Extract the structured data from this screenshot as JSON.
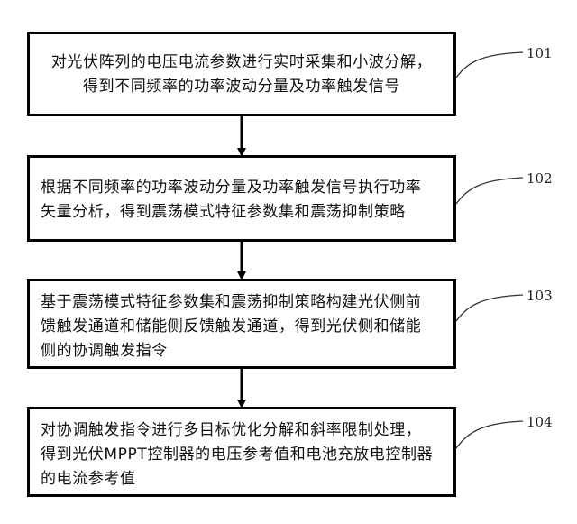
{
  "steps": [
    {
      "number": "101",
      "lines": [
        "对光伏阵列的电压电流参数进行实时采集和小波分解，",
        "得到不同频率的功率波动分量及功率触发信号"
      ]
    },
    {
      "number": "102",
      "lines": [
        "根据不同频率的功率波动分量及功率触发信号执行功率",
        "矢量分析，得到震荡模式特征参数集和震荡抑制策略"
      ]
    },
    {
      "number": "103",
      "lines": [
        "基于震荡模式特征参数集和震荡抑制策略构建光伏侧前",
        "馈触发通道和储能侧反馈触发通道，得到光伏侧和储能",
        "侧的协调触发指令"
      ]
    },
    {
      "number": "104",
      "lines": [
        "对协调触发指令进行多目标优化分解和斜率限制处理，",
        "得到光伏MPPT控制器的电压参考值和电池充放电控制器",
        "的电流参考值"
      ]
    }
  ],
  "colors": {
    "box_border": "#000000",
    "text": "#111111",
    "arrow": "#000000",
    "leader_line": "#333333"
  }
}
